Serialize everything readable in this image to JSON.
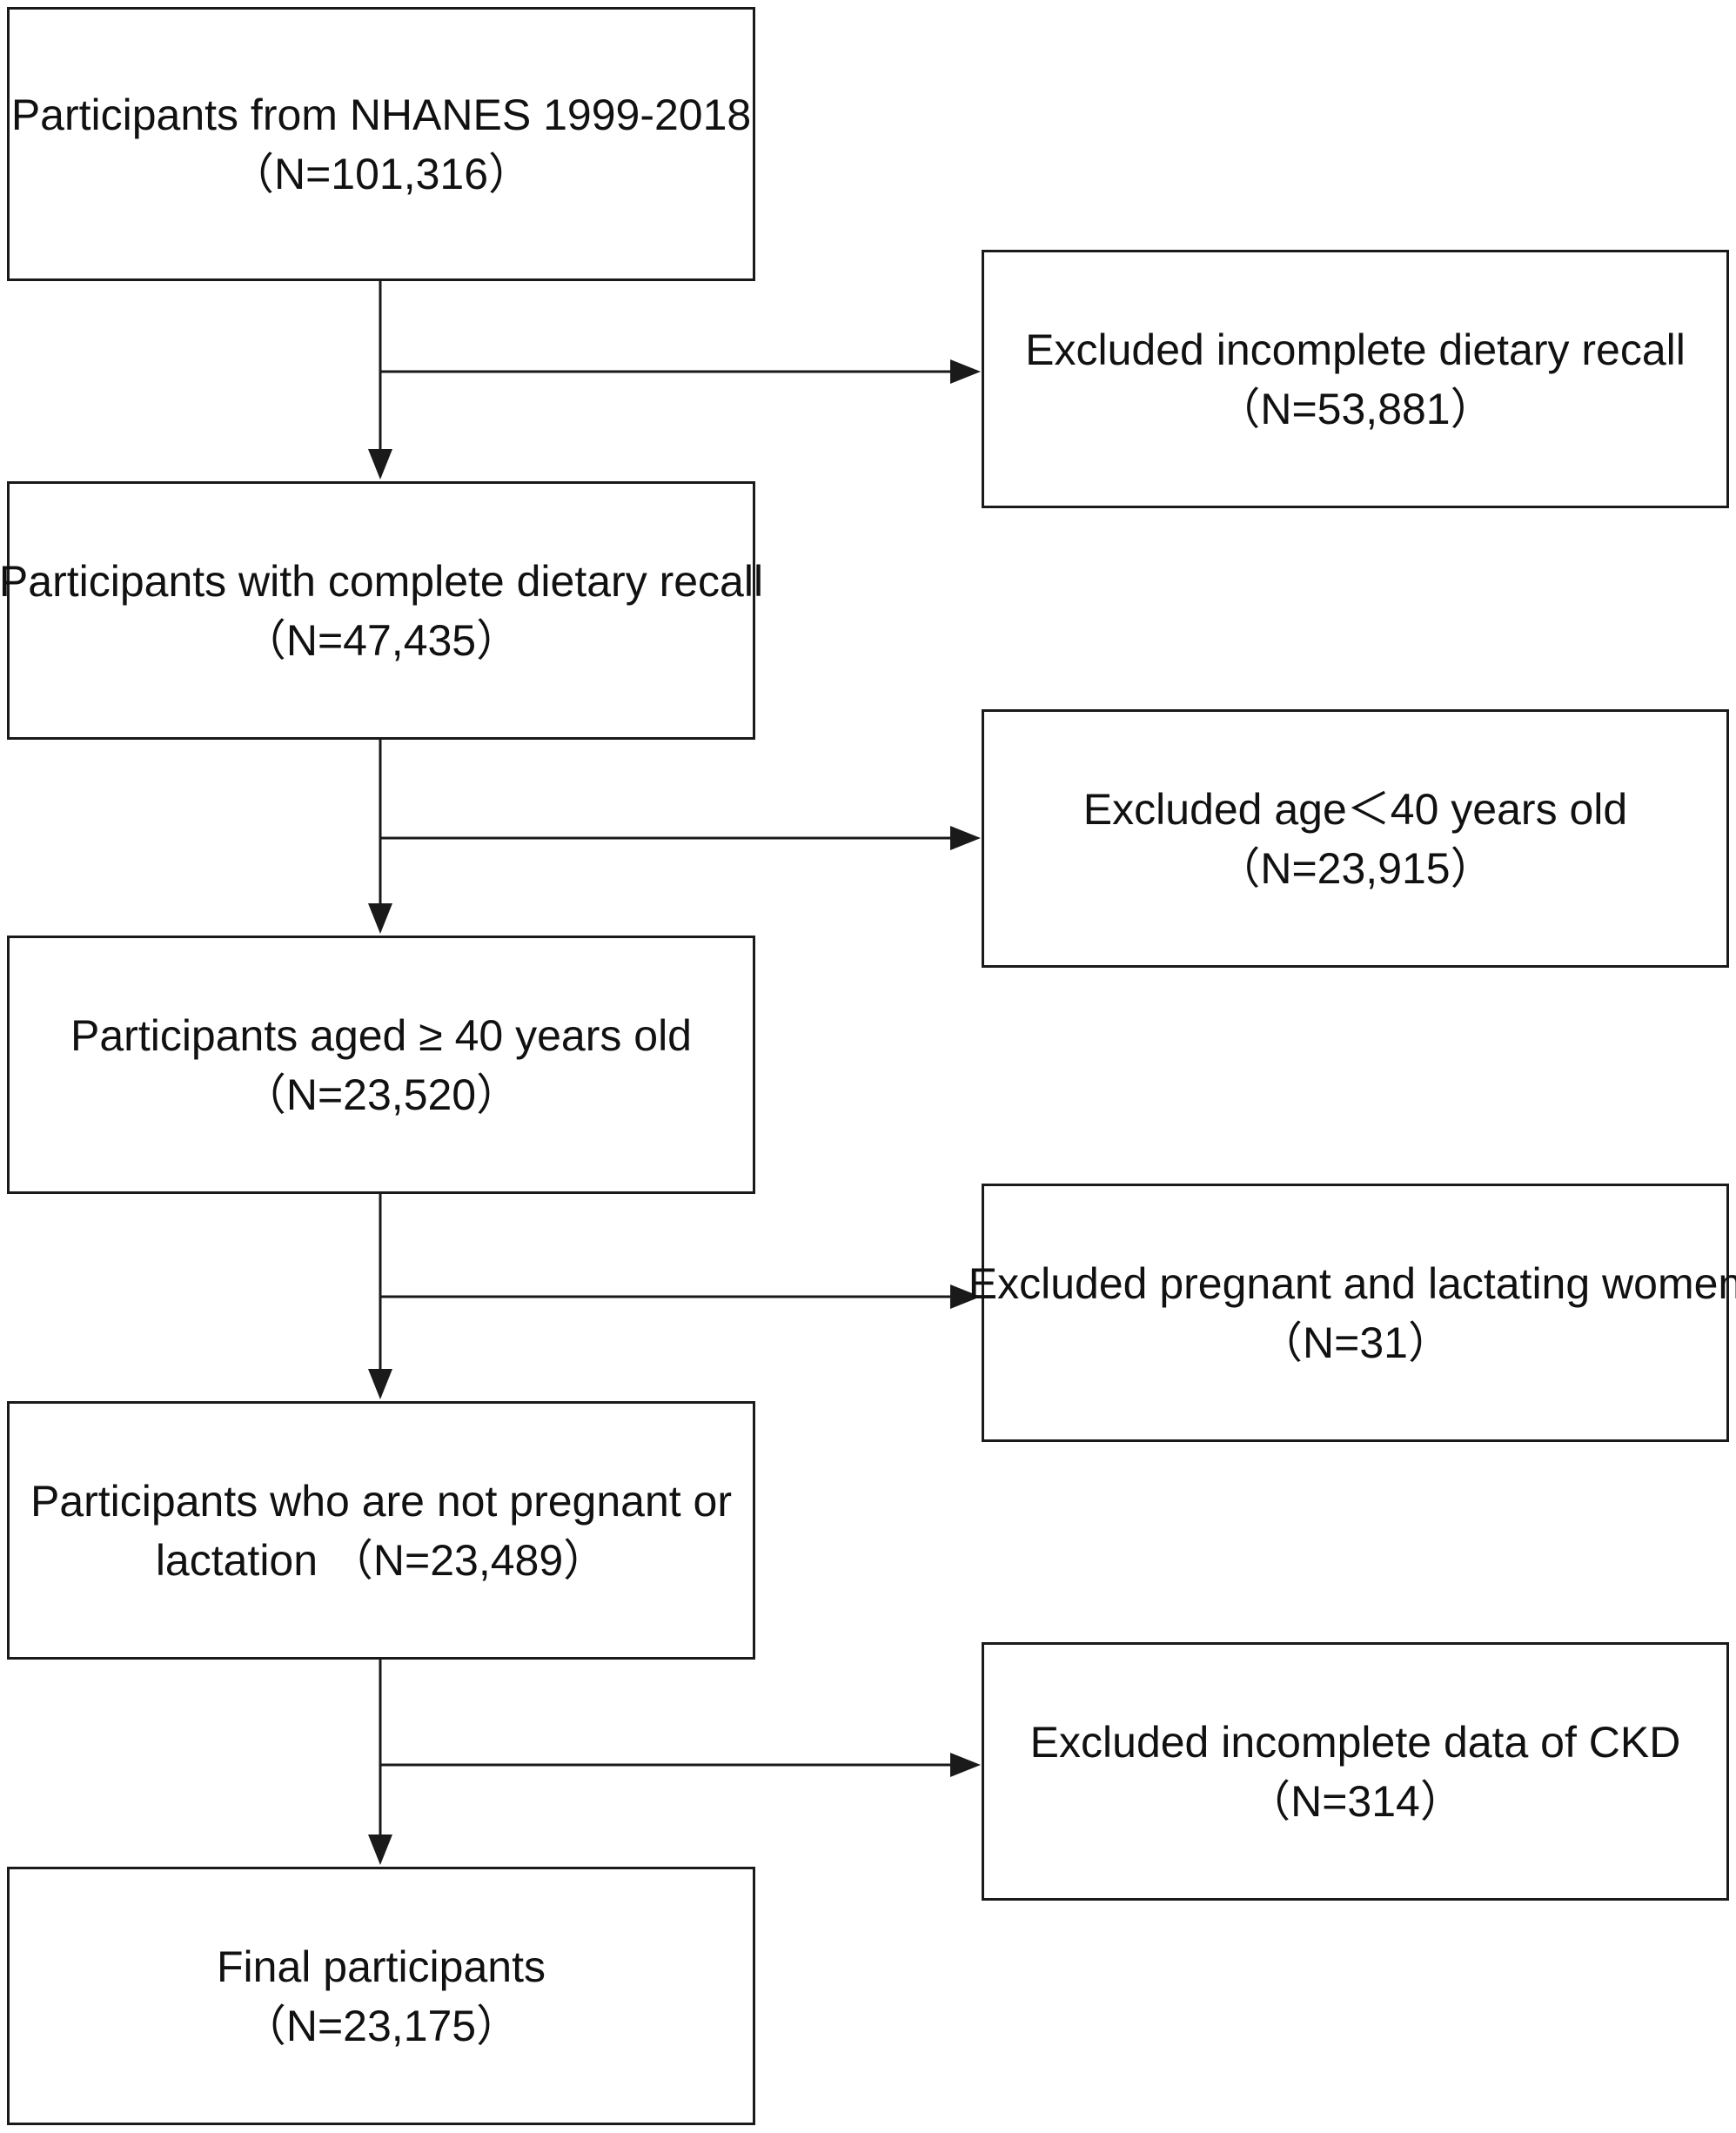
{
  "main_boxes": [
    {
      "line1": "Participants from NHANES 1999-2018",
      "line2": "（N=101,316）"
    },
    {
      "line1": "Participants with complete dietary recall",
      "line2": "（N=47,435）"
    },
    {
      "line1": "Participants aged ≥ 40 years old",
      "line2": "（N=23,520）"
    },
    {
      "line1": "Participants who are not pregnant or",
      "line2": "lactation （N=23,489）"
    },
    {
      "line1": "Final participants",
      "line2": "（N=23,175）"
    }
  ],
  "exclusion_boxes": [
    {
      "line1": "Excluded incomplete dietary recall",
      "line2": "（N=53,881）"
    },
    {
      "line1": "Excluded age＜40 years old",
      "line2": "（N=23,915）"
    },
    {
      "line1": "Excluded pregnant and lactating women",
      "line2": "（N=31）"
    },
    {
      "line1": "Excluded incomplete data of CKD",
      "line2": "（N=314）"
    }
  ],
  "colors": {
    "stroke": "#1a1a1a",
    "background": "#ffffff",
    "text": "#111111"
  }
}
